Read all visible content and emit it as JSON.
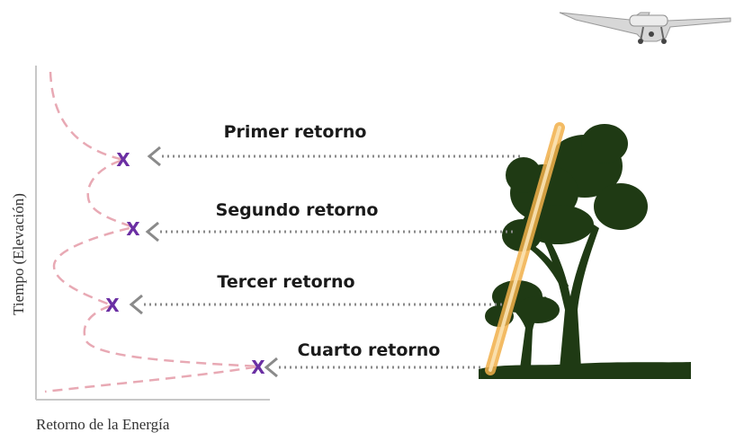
{
  "diagram": {
    "y_axis_label": "Tiempo (Elevación)",
    "x_axis_label": "Retorno de la Energía",
    "returns": [
      {
        "label": "Primer retorno",
        "marker": "X"
      },
      {
        "label": "Segundo retorno",
        "marker": "X"
      },
      {
        "label": "Tercer retorno",
        "marker": "X"
      },
      {
        "label": "Cuarto retorno",
        "marker": "X"
      }
    ],
    "icons": [
      "airplane-icon",
      "tree-icon",
      "laser-beam"
    ],
    "colors": {
      "curve": "#e8a9b4",
      "marker": "#6b2fa3",
      "arrow": "#8a8a8a",
      "tree": "#1f3a14",
      "beam": "#f2b04a"
    }
  }
}
